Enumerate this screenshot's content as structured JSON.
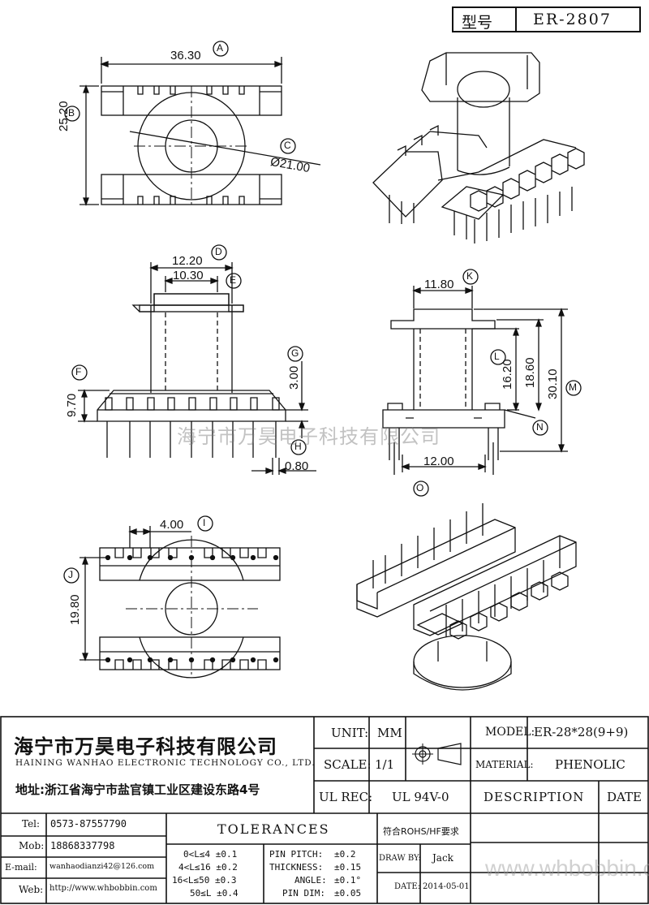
{
  "model_box": {
    "label": "型号",
    "value": "ER-2807"
  },
  "dims": {
    "A": {
      "letter": "A",
      "value": "36.30"
    },
    "B": {
      "letter": "B",
      "value": "25.20"
    },
    "C": {
      "letter": "C",
      "value": "Ø21.00"
    },
    "D": {
      "letter": "D",
      "value": "12.20"
    },
    "E": {
      "letter": "E",
      "value": "10.30"
    },
    "F": {
      "letter": "F",
      "value": "9.70"
    },
    "G": {
      "letter": "G",
      "value": "3.00"
    },
    "H": {
      "letter": "H",
      "value": "0.80"
    },
    "I": {
      "letter": "I",
      "value": "4.00"
    },
    "J": {
      "letter": "J",
      "value": "19.80"
    },
    "K": {
      "letter": "K",
      "value": "11.80"
    },
    "L": {
      "letter": "L",
      "value": "16.20"
    },
    "L2": {
      "value": "18.60"
    },
    "M": {
      "letter": "M",
      "value": "30.10"
    },
    "N": {
      "letter": "N",
      "value": "12.00"
    },
    "O": {
      "letter": "O"
    }
  },
  "watermark": "海宁市万昊电子科技有限公司",
  "company": {
    "name_cn": "海宁市万昊电子科技有限公司",
    "name_en": "HAINING WANHAO ELECTRONIC TECHNOLOGY CO., LTD.",
    "address": "地址:浙江省海宁市盐官镇工业区建设东路4号"
  },
  "spec": {
    "unit_label": "UNIT:",
    "unit_value": "MM",
    "scale_label": "SCALE:",
    "scale_value": "1/1",
    "ulrec_label": "UL REC:",
    "ulrec_value": "UL 94V-0",
    "model_label": "MODEL:",
    "model_value": "ER-28*28(9+9)",
    "material_label": "MATERIAL:",
    "material_value": "PHENOLIC",
    "description_label": "DESCRIPTION",
    "date_label": "DATE"
  },
  "contacts": [
    {
      "label": "Tel:",
      "value": "0573-87557790"
    },
    {
      "label": "Mob:",
      "value": "18868337798"
    },
    {
      "label": "E-mail:",
      "value": "wanhaodianzi42@126.com"
    },
    {
      "label": "Web:",
      "value": "http://www.whbobbin.com"
    }
  ],
  "tolerances": {
    "title": "TOLERANCES",
    "rows": [
      "0<L≤4 ±0.1",
      "4<L≤16 ±0.2",
      "16<L≤50 ±0.3",
      "50≤L ±0.4"
    ],
    "pin": [
      {
        "label": "PIN PITCH:",
        "value": "±0.2"
      },
      {
        "label": "THICKNESS:",
        "value": "±0.15"
      },
      {
        "label": "ANGLE:",
        "value": "±0.1°"
      },
      {
        "label": "PIN DIM:",
        "value": "±0.05"
      }
    ]
  },
  "rohs": "符合ROHS/HF要求",
  "draw_by_label": "DRAW BY:",
  "draw_by_value": "Jack",
  "date_label2": "DATE:",
  "date_value": "2014-05-01",
  "site_watermark": "www.whbobbin.com"
}
